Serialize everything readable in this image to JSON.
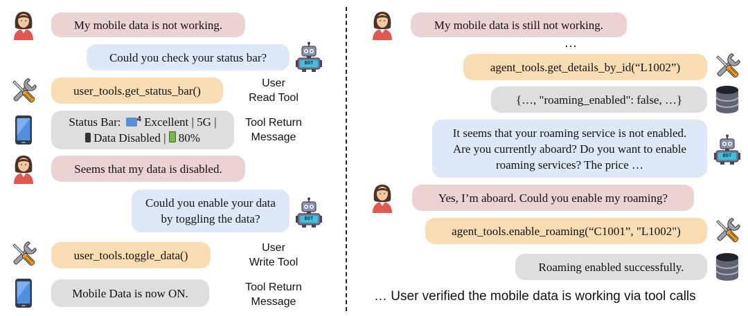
{
  "left": {
    "m1": "My mobile data is not working.",
    "m2": "Could you check your status bar?",
    "m3": "user_tools.get_status_bar()",
    "m3_tag": [
      "User",
      "Read Tool"
    ],
    "m4_prefix": "Status Bar:",
    "m4_signal": "4",
    "m4_rest1": "Excellent | 5G |",
    "m4_rest2": "Data Disabled |",
    "m4_battery": "80%",
    "m4_tag": [
      "Tool Return",
      "Message"
    ],
    "m5": "Seems that my data is disabled.",
    "m6": [
      "Could you enable your data",
      "by toggling the data?"
    ],
    "m7": "user_tools.toggle_data()",
    "m7_tag": [
      "User",
      "Write Tool"
    ],
    "m8": "Mobile Data is now ON.",
    "m8_tag": [
      "Tool Return",
      "Message"
    ]
  },
  "right": {
    "m1": "My mobile data is still not working.",
    "ellipsis": "…",
    "m2": "agent_tools.get_details_by_id(“L1002”)",
    "m3": "{…, \"roaming_enabled\": false, …}",
    "m4": [
      "It seems that your roaming service is not enabled.",
      "Are you currently aboard? Do you want to enable",
      "roaming services? The price …"
    ],
    "m5": "Yes, I’m aboard. Could you enable my roaming?",
    "m6": "agent_tools.enable_roaming(“C1001”, \"L1002\")",
    "m7": "Roaming enabled successfully.",
    "footer": "… User verified the mobile data is working via tool calls"
  },
  "icons": {
    "user": "user-avatar-icon",
    "bot": "bot-icon",
    "tools": "wrench-screwdriver-icon",
    "phone": "smartphone-icon",
    "database": "database-icon",
    "bot_label": "BOT"
  },
  "colors": {
    "user_bubble": "#ecd3d3",
    "agent_bubble": "#dde9f8",
    "tool_call_bubble": "#f9ddb2",
    "tool_return_bubble": "#dedede"
  }
}
